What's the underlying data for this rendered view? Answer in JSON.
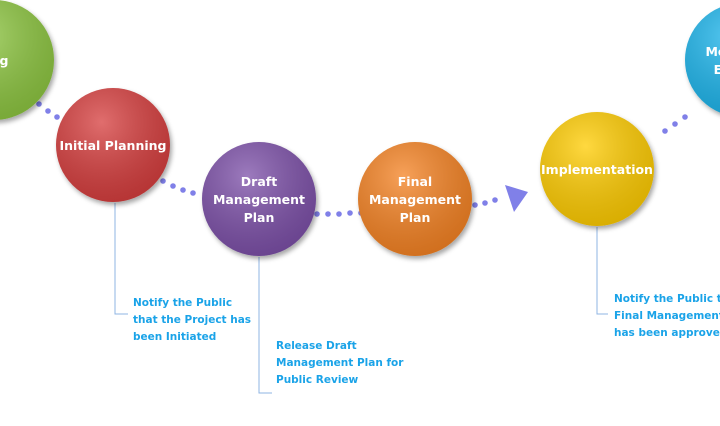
{
  "steps": [
    {
      "id": "green",
      "lines": [
        "g"
      ],
      "color": "#8dc63f"
    },
    {
      "id": "initial-planning",
      "lines": [
        "Initial Planning"
      ],
      "color": "#d63c3c"
    },
    {
      "id": "draft-plan",
      "lines": [
        "Draft",
        "Management",
        "Plan"
      ],
      "color": "#7b4fa8"
    },
    {
      "id": "final-plan",
      "lines": [
        "Final",
        "Management",
        "Plan"
      ],
      "color": "#f58220"
    },
    {
      "id": "implementation",
      "lines": [
        "Implementation"
      ],
      "color": "#ffcc00",
      "text_color": "#7030a0"
    },
    {
      "id": "blue",
      "lines": [
        "Mo",
        "Ev"
      ],
      "color": "#1cb5ec"
    }
  ],
  "notes": [
    {
      "lines": [
        "Notify the Public",
        "that the Project has",
        "been Initiated"
      ]
    },
    {
      "lines": [
        "Release Draft",
        "Management Plan for",
        "Public Review"
      ]
    },
    {
      "lines": [
        "Notify the Public tha",
        "Final Management P",
        "has been approved"
      ]
    }
  ],
  "colors": {
    "connector_dots": "#8080e8",
    "callout_line": "#8fb4e3",
    "note_text": "#1aa3e8"
  }
}
